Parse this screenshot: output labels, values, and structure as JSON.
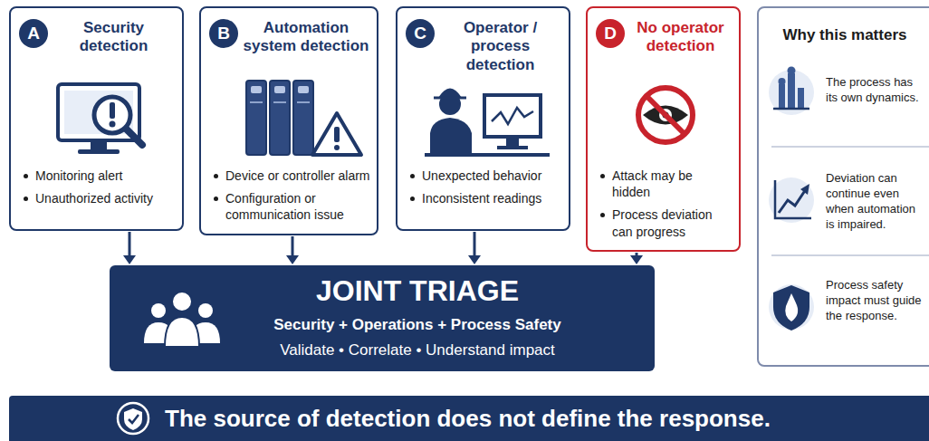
{
  "diagram": {
    "nodes": [
      {
        "text": [
          "Security detection",
          "Monitoring alert",
          "Unauthorized activity"
        ]
      },
      {
        "text": [
          "A"
        ],
        "in": 0
      },
      {
        "text": [
          "Automation system detection",
          "Device or controller alarm",
          "Configuration or communication issue"
        ]
      },
      {
        "text": [
          "B"
        ],
        "in": 2
      },
      {
        "text": [
          "Operator / process detection",
          "Unexpected behavior",
          "Inconsistent readings"
        ]
      },
      {
        "text": [
          "C"
        ],
        "in": 4
      },
      {
        "text": [
          "No operator detection",
          "Attack may be hidden",
          "Process deviation can progress"
        ]
      },
      {
        "text": [
          "D"
        ],
        "in": 6
      },
      {
        "text": [
          "Why this matters",
          "The process has its own dynamics.",
          "Deviation can continue even when automation is impaired.",
          "Process safety impact must guide the response."
        ]
      },
      {
        "text": [
          "JOINT TRIAGE",
          "Security + Operations + Process Safety",
          "Validate • Correlate • Understand impact"
        ]
      },
      {
        "text": [
          "The source of detection does not define the response."
        ]
      }
    ],
    "edges": [
      {
        "from": 0,
        "to": 9,
        "arrow": "to"
      },
      {
        "from": 2,
        "to": 9,
        "arrow": "to"
      },
      {
        "from": 4,
        "to": 9,
        "arrow": "to"
      },
      {
        "from": 6,
        "to": 9,
        "arrow": "to"
      }
    ]
  }
}
